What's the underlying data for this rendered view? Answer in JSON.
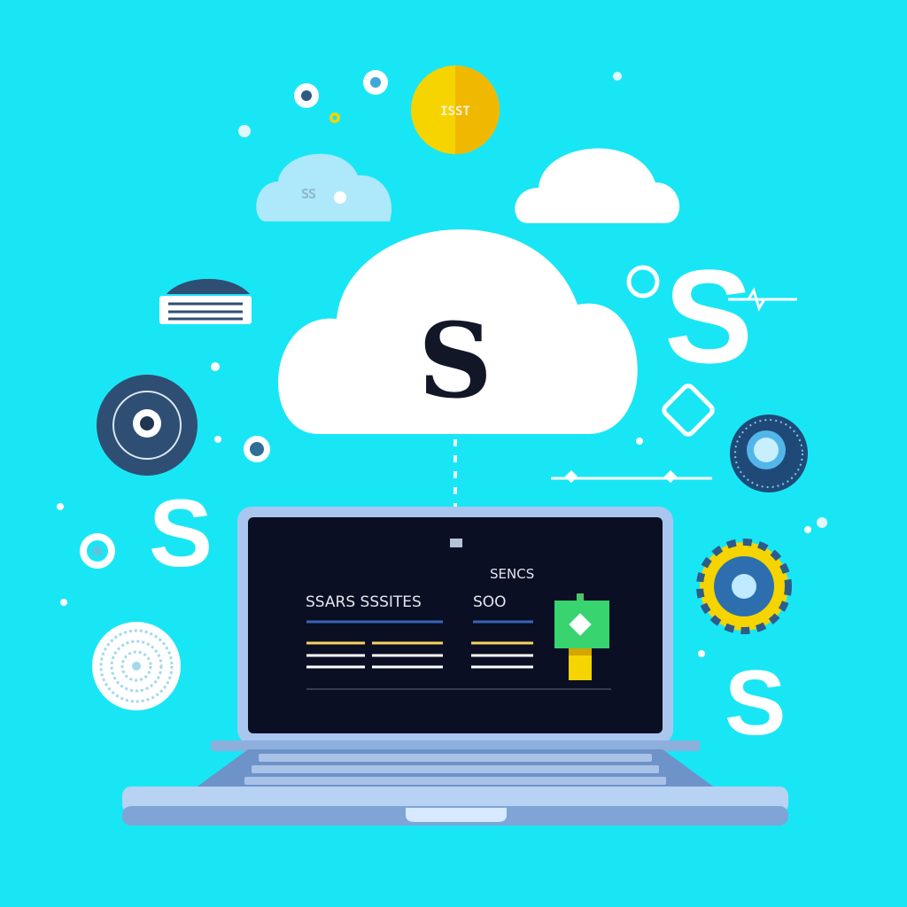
{
  "scene": {
    "cloud_letter": "S",
    "small_cloud_label": "SS",
    "sun_label": "ISST",
    "floating_letters": [
      "S",
      "S",
      "S"
    ]
  },
  "laptop": {
    "screen": {
      "header": "SENCS",
      "column_1_label": "SSARS SSSITES",
      "column_2_label": "SOO"
    }
  },
  "colors": {
    "background": "#19e6f5",
    "cloud": "#ffffff",
    "screen": "#0b0f24",
    "laptop_frame": "#a9c6ef",
    "accent_yellow": "#f5d400",
    "accent_green": "#35d16c",
    "dark_icon": "#2f4e73"
  }
}
